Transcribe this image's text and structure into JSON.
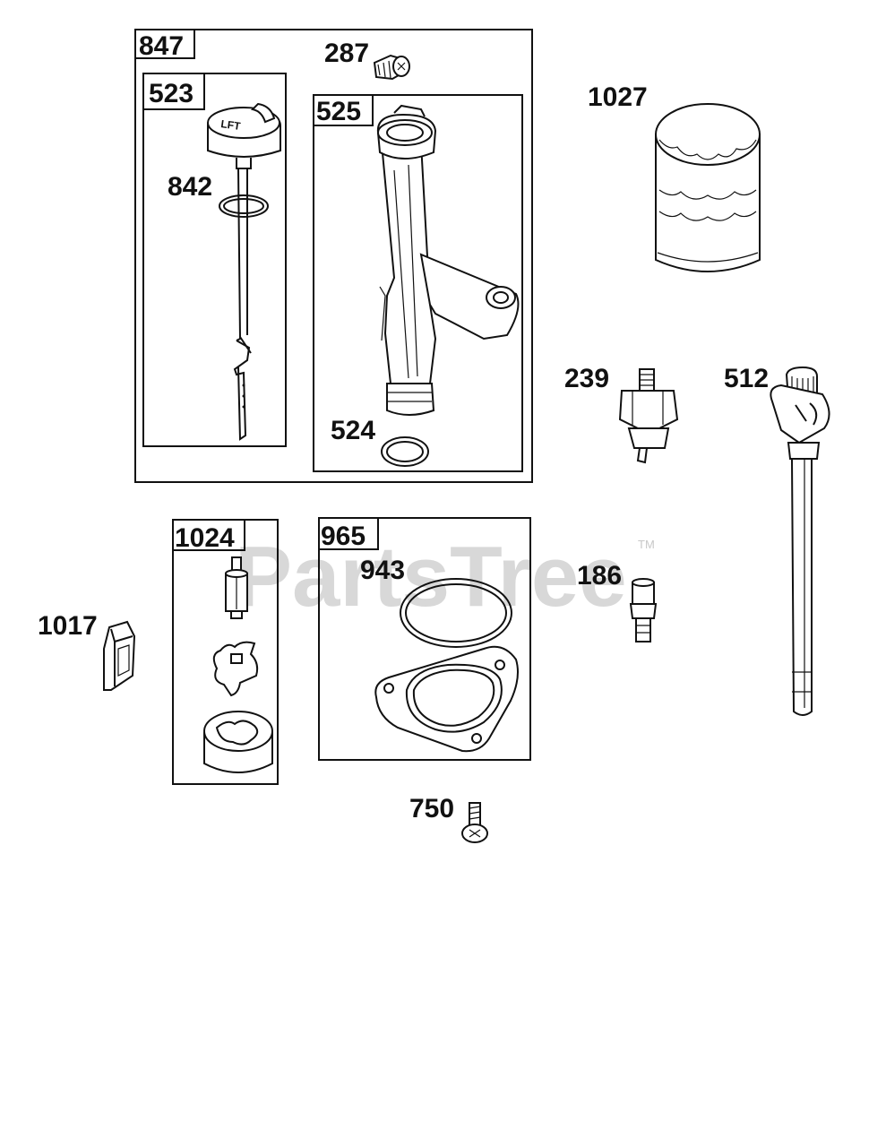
{
  "watermark": {
    "text": "PartsTree",
    "trademark": "TM"
  },
  "kits": {
    "k847": "847",
    "k523": "523",
    "k525": "525",
    "k1024": "1024",
    "k965": "965"
  },
  "parts": {
    "p287": "287",
    "p842": "842",
    "p524": "524",
    "p1027": "1027",
    "p239": "239",
    "p512": "512",
    "p943": "943",
    "p186": "186",
    "p1017": "1017",
    "p750": "750"
  },
  "cap_mark": "LFT"
}
